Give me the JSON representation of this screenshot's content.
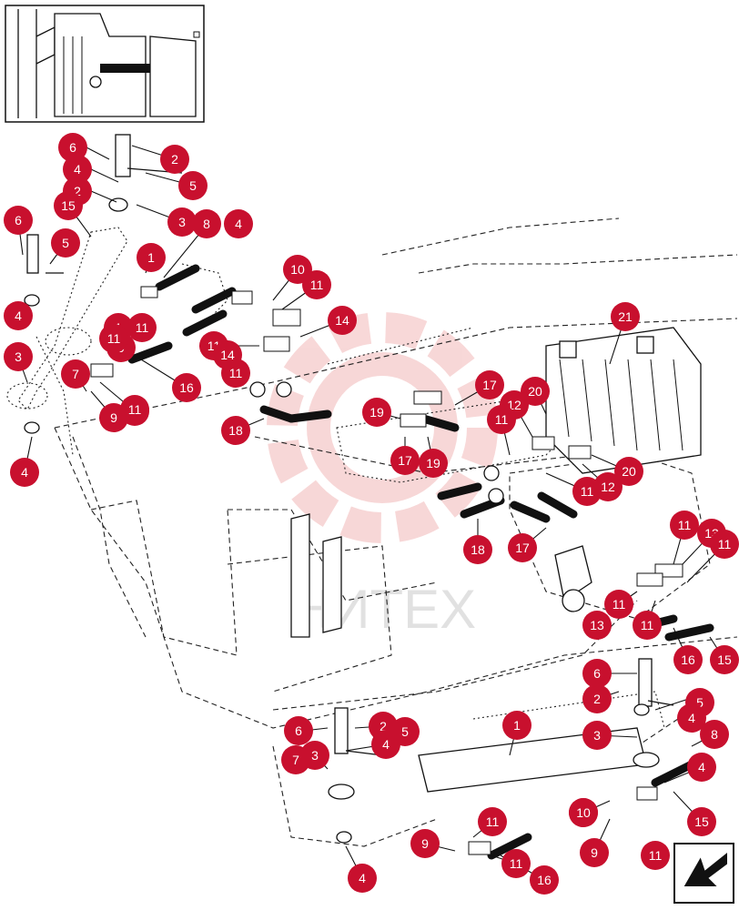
{
  "colors": {
    "badge": "#c8102e",
    "badge_text": "#ffffff",
    "line": "#111111",
    "watermark_gear": "#f2b8b8"
  },
  "inset_view": {
    "description_icon": "inset-locator-icon"
  },
  "nav_arrow": {
    "icon": "arrow-down-left-icon"
  },
  "watermark": {
    "text": "НИТЕХ"
  },
  "callouts": [
    "6",
    "2",
    "4",
    "5",
    "2",
    "3",
    "8",
    "4",
    "15",
    "1",
    "6",
    "5",
    "10",
    "11",
    "14",
    "4",
    "3",
    "1",
    "9",
    "11",
    "11",
    "11",
    "14",
    "11",
    "11",
    "7",
    "16",
    "9",
    "11",
    "4",
    "21",
    "17",
    "12",
    "20",
    "19",
    "18",
    "17",
    "19",
    "11",
    "12",
    "20",
    "11",
    "17",
    "18",
    "11",
    "13",
    "11",
    "11",
    "13",
    "11",
    "16",
    "15",
    "2",
    "6",
    "5",
    "4",
    "8",
    "3",
    "4",
    "1",
    "6",
    "2",
    "5",
    "7",
    "3",
    "4",
    "10",
    "11",
    "9",
    "11",
    "16",
    "4",
    "15",
    "10",
    "9",
    "11"
  ]
}
